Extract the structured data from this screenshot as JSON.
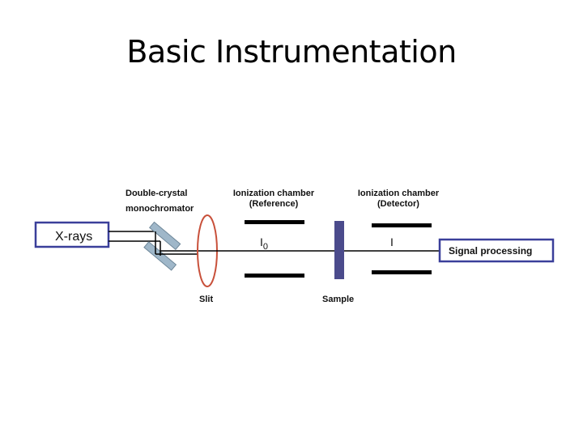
{
  "title": "Basic Instrumentation",
  "diagram": {
    "source_label": "X-rays",
    "monochromator_label_line1": "Double-crystal",
    "monochromator_label_line2": "monochromator",
    "reference_chamber_line1": "Ionization chamber",
    "reference_chamber_line2": "(Reference)",
    "detector_chamber_line1": "Ionization chamber",
    "detector_chamber_line2": "(Detector)",
    "i0_main": "I",
    "i0_sub": "0",
    "i_label": "I",
    "slit_label": "Slit",
    "sample_label": "Sample",
    "output_label": "Signal processing",
    "colors": {
      "box_border": "#3a3f9a",
      "slit": "#c8503a",
      "sample": "#4b4b8c",
      "crystal": "#9fb7c9"
    }
  }
}
